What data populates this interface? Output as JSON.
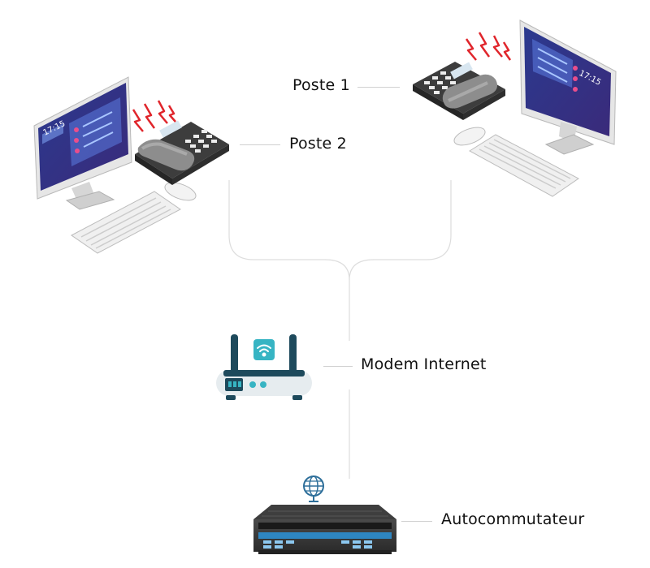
{
  "labels": {
    "poste1": "Poste 1",
    "poste2": "Poste 2",
    "modem": "Modem Internet",
    "pbx": "Autocommutateur"
  },
  "screen": {
    "clock_left": "17:15",
    "clock_right": "17:15"
  },
  "colors": {
    "accent": "#2e86c1",
    "modem_teal": "#37b4c3",
    "modem_dark": "#1e4a5c",
    "ring": "#e0252b",
    "connector": "#d9d9d9"
  },
  "icons": [
    "computer-icon",
    "desk-phone-icon",
    "router-icon",
    "pbx-server-icon",
    "globe-icon",
    "ring-signal-icon"
  ]
}
